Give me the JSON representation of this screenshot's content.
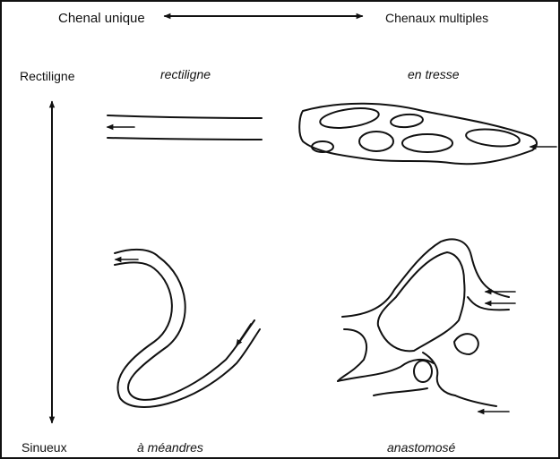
{
  "axes": {
    "top_left": "Chenal unique",
    "top_right": "Chenaux multiples",
    "left_top": "Rectiligne",
    "left_bottom": "Sinueux"
  },
  "panels": {
    "straight": "rectiligne",
    "braided": "en tresse",
    "meandering": "à méandres",
    "anastomosing": "anastomosé"
  }
}
